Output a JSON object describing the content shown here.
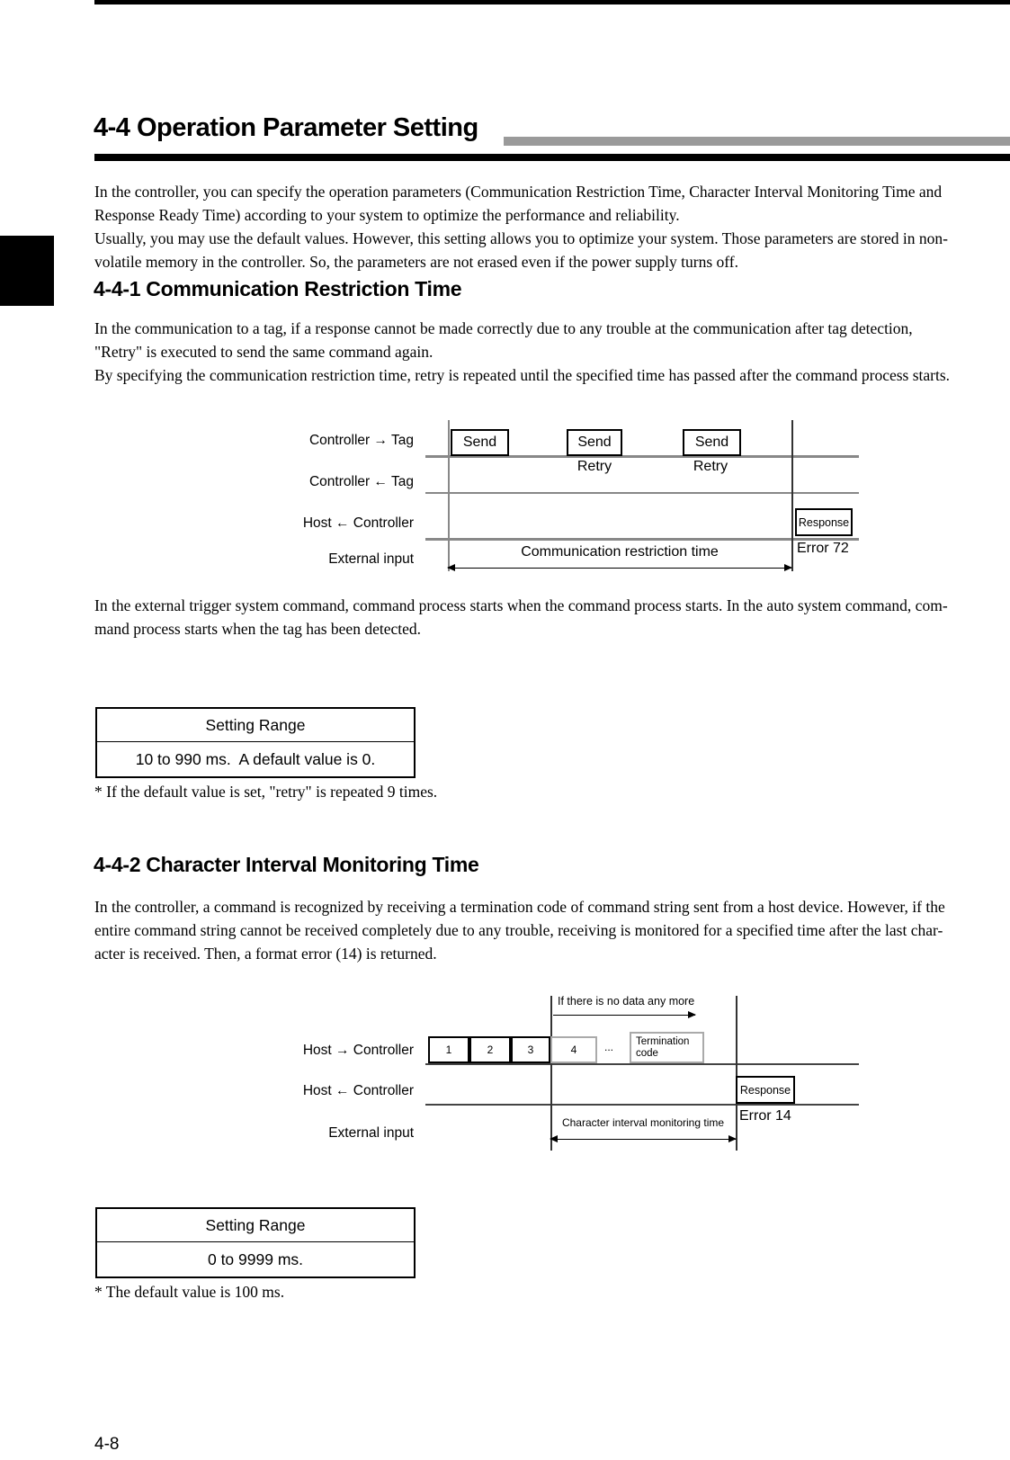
{
  "page": {
    "number": "4-8",
    "title": "4-4  Operation Parameter Setting",
    "intro": "In the controller, you can specify the operation parameters (Communication Restriction Time, Character Interval Monitoring Time and\nResponse Ready Time) according to your system to optimize the performance and reliability.\nUsually, you may use the default values.  However, this setting allows you to optimize your system.  Those parameters are stored in non-\nvolatile memory in the controller.  So, the parameters are not erased even if the power supply turns off."
  },
  "section1": {
    "heading": "4-4-1  Communication Restriction Time",
    "body": "In the communication to a tag, if a response cannot be made correctly due to any trouble at the communication after tag detection,\n\"Retry\" is executed to send the same command again.\nBy specifying the communication restriction time, retry is repeated until the specified time has passed after the command process starts.",
    "after_diagram": "In the external trigger system command, command process starts when the command process starts.  In the auto system command, com-\nmand process starts when the tag has been detected.",
    "diagram": {
      "row1": "Controller → Tag",
      "row2": "Controller ← Tag",
      "row3": "Host ← Controller",
      "row4": "External input",
      "send_label": "Send",
      "retry_label": "Retry",
      "response_label": "Response",
      "error_label": "Error 72",
      "span_label": "Communication restriction time"
    },
    "table": {
      "header": "Setting Range",
      "value": "10 to 990 ms.  A default value is 0."
    },
    "note": "* If the default value is set, \"retry\" is repeated 9 times."
  },
  "section2": {
    "heading": "4-4-2  Character Interval Monitoring Time",
    "body": "In the controller, a command is recognized by receiving a termination code of command string sent from a host device.  However, if the\nentire command string cannot be received completely due to any trouble, receiving is monitored for a specified time after the last char-\nacter is received.  Then, a format error (14) is returned.",
    "diagram": {
      "row1": "Host → Controller",
      "row2": "Host ← Controller",
      "row3": "External input",
      "char1": "1",
      "char2": "2",
      "char3": "3",
      "char4": "4",
      "ellipsis": "...",
      "termination_label": "Termination\ncode",
      "response_label": "Response",
      "error_label": "Error 14",
      "span_label": "Character interval monitoring time",
      "no_data_label": "If there is no data any more"
    },
    "table": {
      "header": "Setting Range",
      "value": "0 to 9999 ms."
    },
    "note": "* The default value is 100 ms."
  }
}
